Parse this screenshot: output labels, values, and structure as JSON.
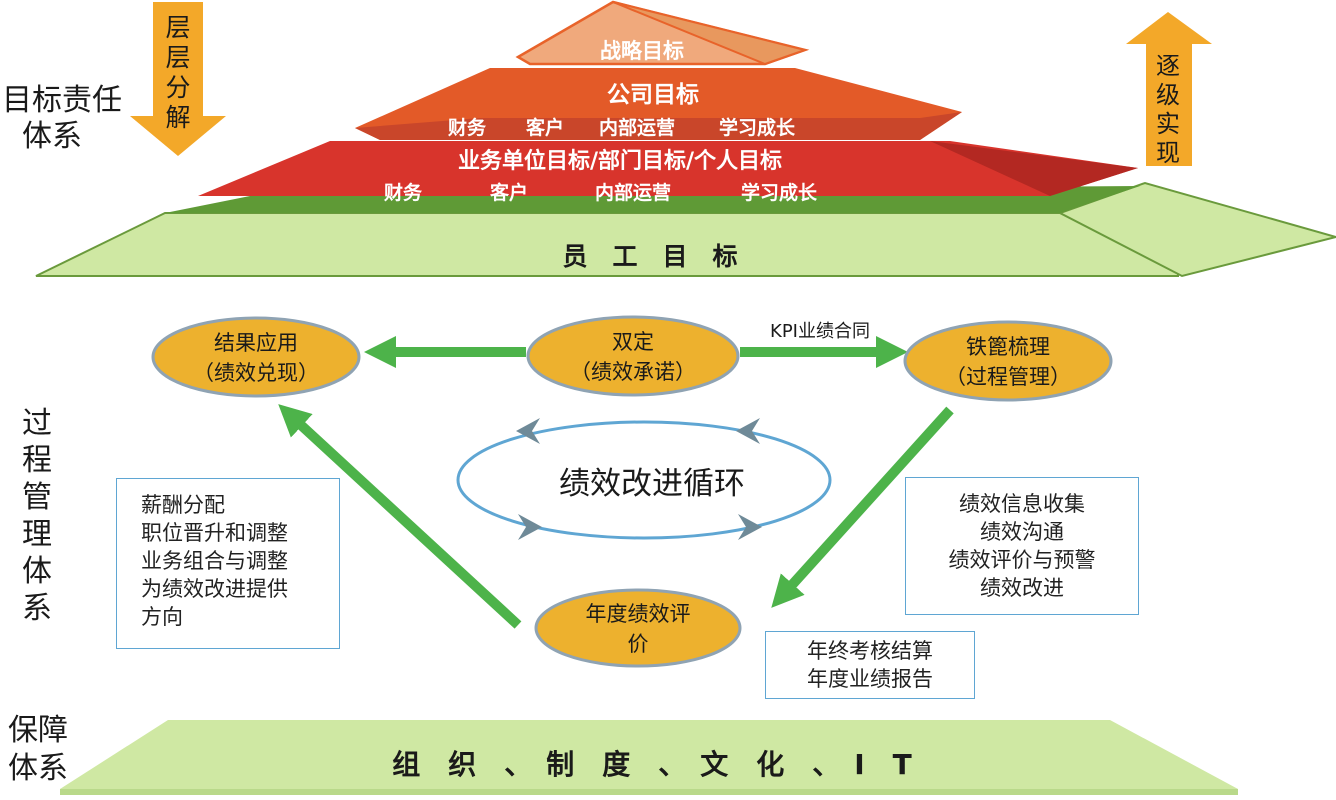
{
  "side_labels": {
    "target": [
      "目标责任",
      "体系"
    ],
    "process": [
      "过",
      "程",
      "管",
      "理",
      "体",
      "系"
    ],
    "support": [
      "保障",
      "体系"
    ]
  },
  "arrows": {
    "down_text": "层层分解",
    "up_text": "逐级实现",
    "color": "#f3a829"
  },
  "pyramid": {
    "strategy": "战略目标",
    "company": "公司目标",
    "company_sub": [
      "财务",
      "客户",
      "内部运营",
      "学习成长"
    ],
    "business": "业务单位目标/部门目标/个人目标",
    "business_sub": [
      "财务",
      "客户",
      "内部运营",
      "学习成长"
    ],
    "employee": "员　工　目　标"
  },
  "cycle": {
    "node_result": [
      "结果应用",
      "（绩效兑现）"
    ],
    "node_double": [
      "双定",
      "（绩效承诺）"
    ],
    "node_iron": [
      "铁篦梳理",
      "（过程管理）"
    ],
    "node_annual": [
      "年度绩效评",
      "价"
    ],
    "center": "绩效改进循环",
    "kpi_label": "KPI业绩合同",
    "left_box": [
      "薪酬分配",
      "职位晋升和调整",
      "业务组合与调整",
      "为绩效改进提供",
      "方向"
    ],
    "right_box": [
      "绩效信息收集",
      "绩效沟通",
      "绩效评价与预警",
      "绩效改进"
    ],
    "bottom_box": [
      "年终考核结算",
      "年度业绩报告"
    ]
  },
  "support_bar": "组　织　、　制　度　、　文　化　、　I　T",
  "colors": {
    "node_fill": "#edb12e",
    "node_stroke": "#8fa3b3",
    "green_arrow": "#4db34a",
    "box_border": "#5fa6d3",
    "light_green": "#cfe8a3"
  }
}
